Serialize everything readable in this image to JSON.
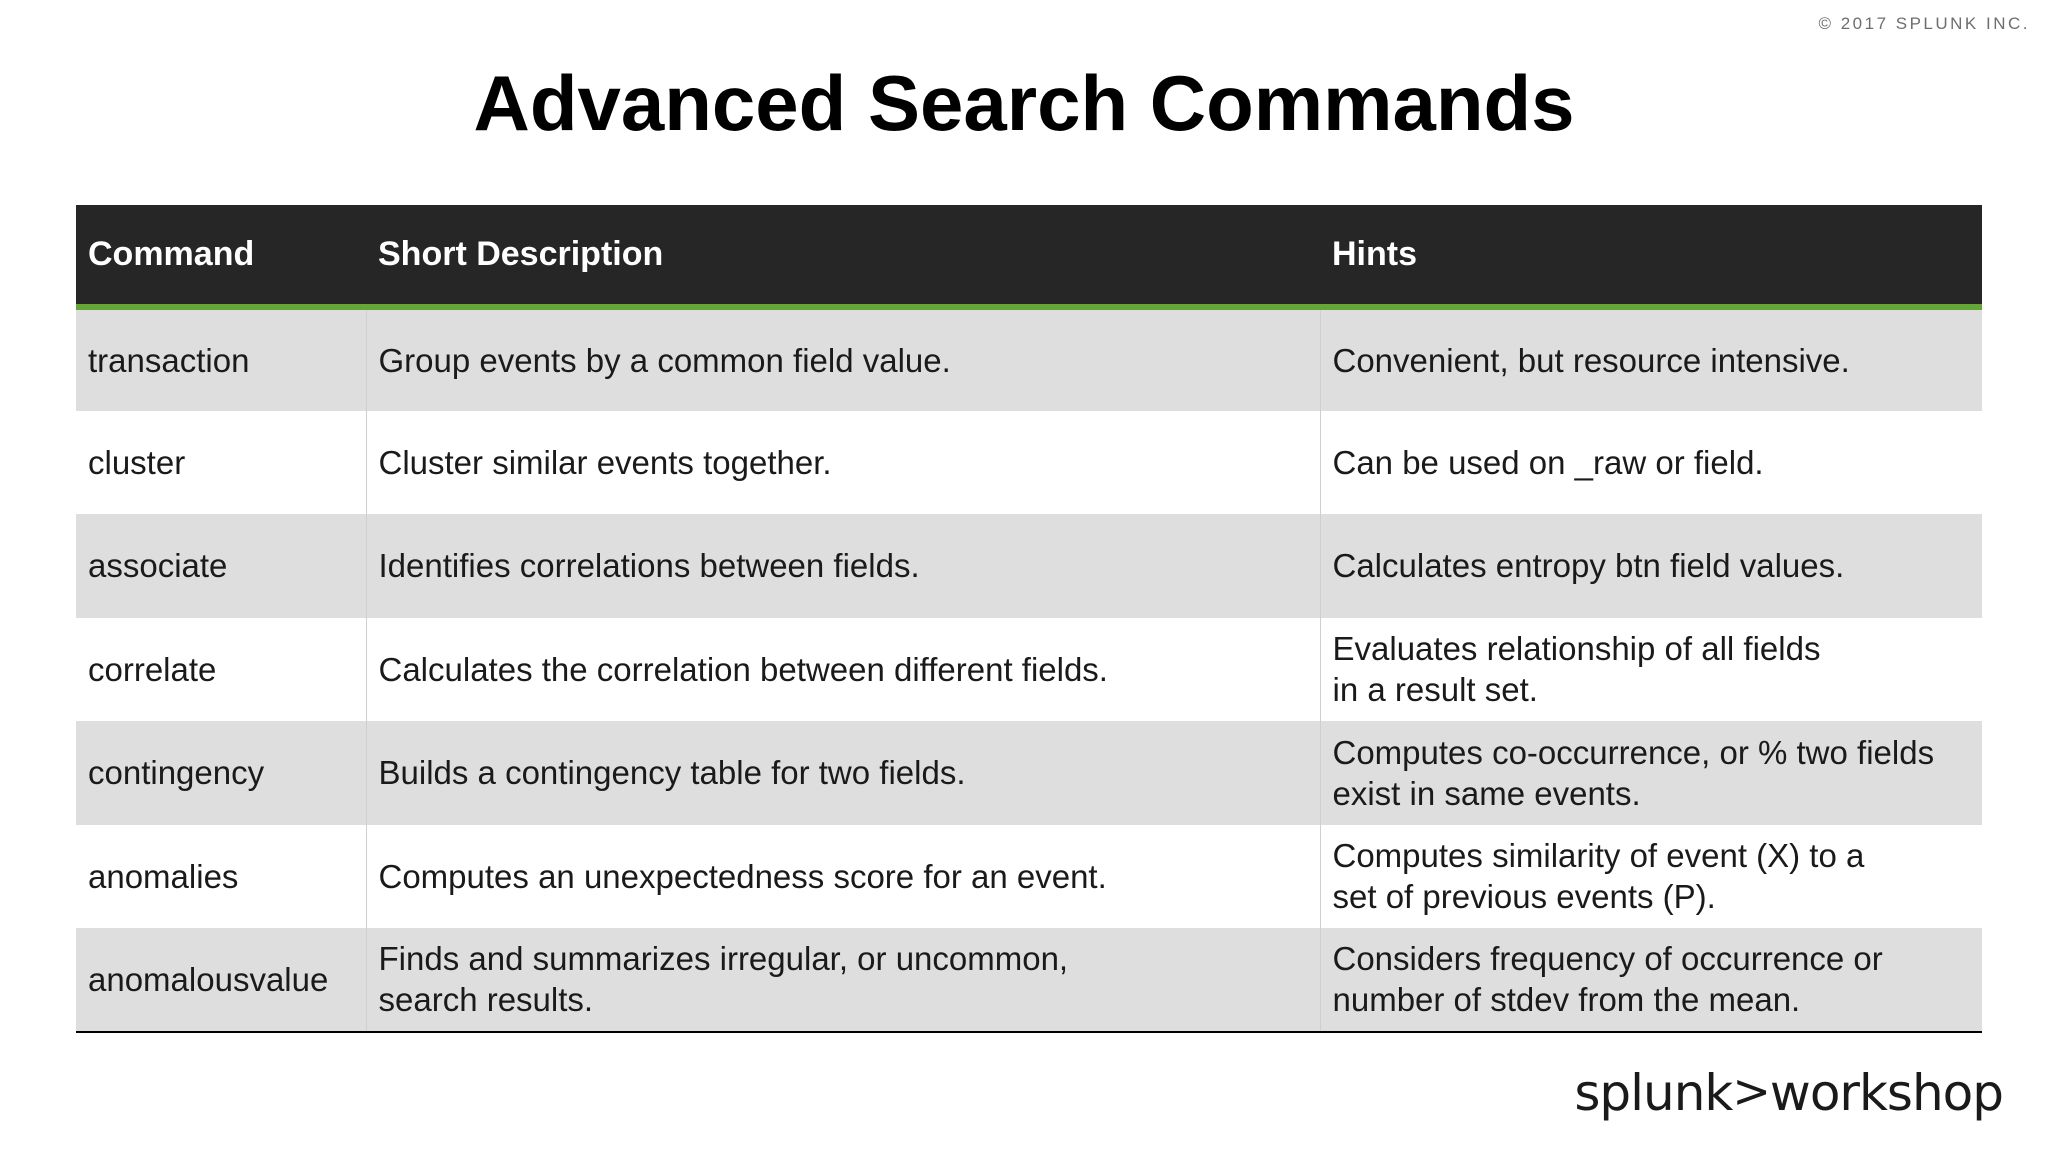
{
  "copyright": "© 2017 SPLUNK INC.",
  "title": "Advanced Search Commands",
  "table": {
    "headers": [
      "Command",
      "Short Description",
      "Hints"
    ],
    "rows": [
      {
        "command": "transaction",
        "description": [
          "Group events by a common field value."
        ],
        "hints": [
          "Convenient, but resource intensive."
        ]
      },
      {
        "command": "cluster",
        "description": [
          "Cluster similar events together."
        ],
        "hints": [
          "Can be used on _raw or field."
        ]
      },
      {
        "command": "associate",
        "description": [
          "Identifies correlations between fields."
        ],
        "hints": [
          "Calculates entropy btn field values."
        ]
      },
      {
        "command": "correlate",
        "description": [
          "Calculates the correlation between different fields."
        ],
        "hints": [
          "Evaluates relationship of all fields",
          "in a result set."
        ]
      },
      {
        "command": "contingency",
        "description": [
          "Builds a contingency table for two fields."
        ],
        "hints": [
          "Computes co-occurrence, or % two fields",
          "exist in same events."
        ]
      },
      {
        "command": "anomalies",
        "description": [
          "Computes an unexpectedness score for an event."
        ],
        "hints": [
          "Computes similarity of event (X) to a",
          "set of previous events (P)."
        ]
      },
      {
        "command": "anomalousvalue",
        "description": [
          "Finds and summarizes irregular, or uncommon,",
          "search results."
        ],
        "hints": [
          "Considers frequency of occurrence or",
          "number of stdev from the mean."
        ]
      }
    ]
  },
  "brand": {
    "left": "splunk",
    "chevron": ">",
    "right": "workshop"
  },
  "colors": {
    "header_bg": "#262626",
    "accent_green": "#65a637",
    "row_shade": "#dedede"
  }
}
